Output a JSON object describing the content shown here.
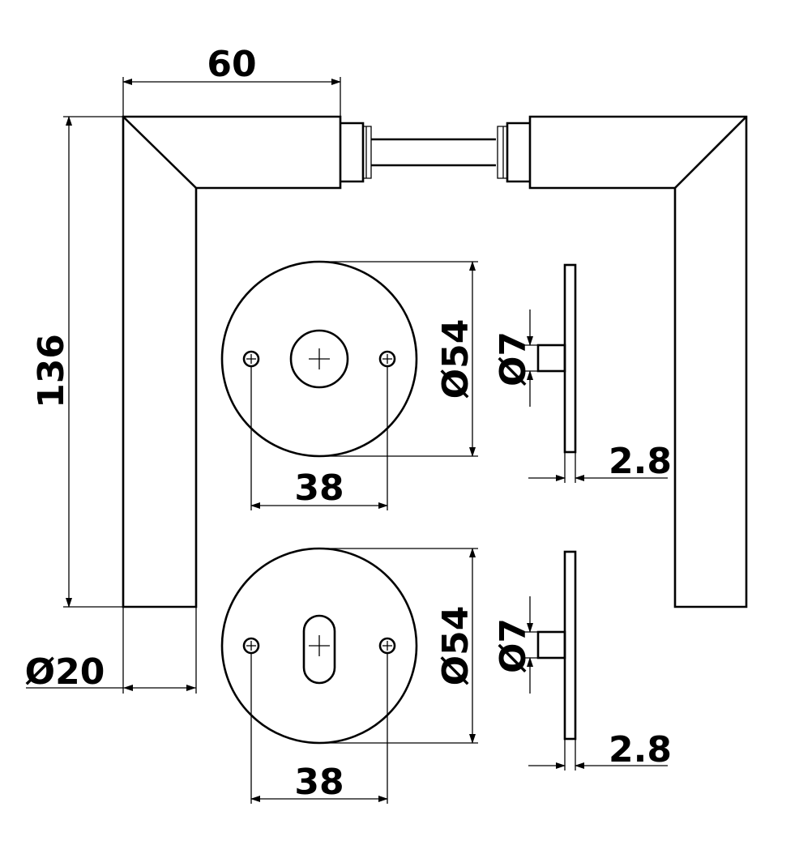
{
  "dimensions": {
    "handle_width": "60",
    "handle_height": "136",
    "handle_diameter": "Ø20",
    "rose_top_diameter": "Ø54",
    "rose_top_spacing": "38",
    "rose_top_pin": "Ø7",
    "rose_top_thickness": "2.8",
    "rose_bottom_diameter": "Ø54",
    "rose_bottom_spacing": "38",
    "rose_bottom_pin": "Ø7",
    "rose_bottom_thickness": "2.8"
  },
  "colors": {
    "line": "#000000",
    "background": "#ffffff"
  }
}
